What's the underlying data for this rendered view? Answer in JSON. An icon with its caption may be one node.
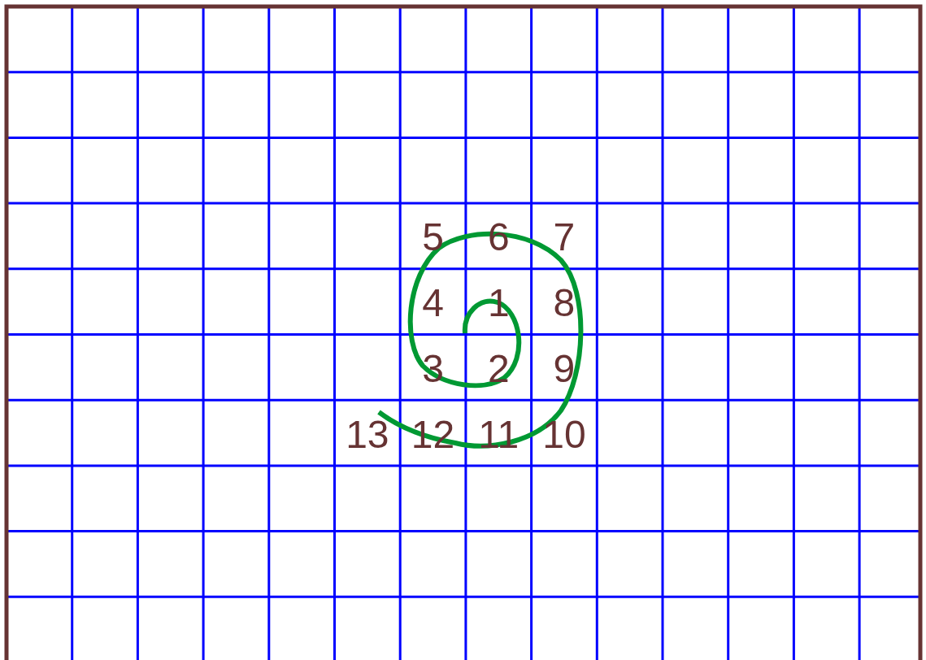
{
  "diagram": {
    "labels": [
      "5",
      "6",
      "7",
      "4",
      "1",
      "8",
      "3",
      "2",
      "9",
      "13",
      "12",
      "11",
      "10"
    ]
  }
}
